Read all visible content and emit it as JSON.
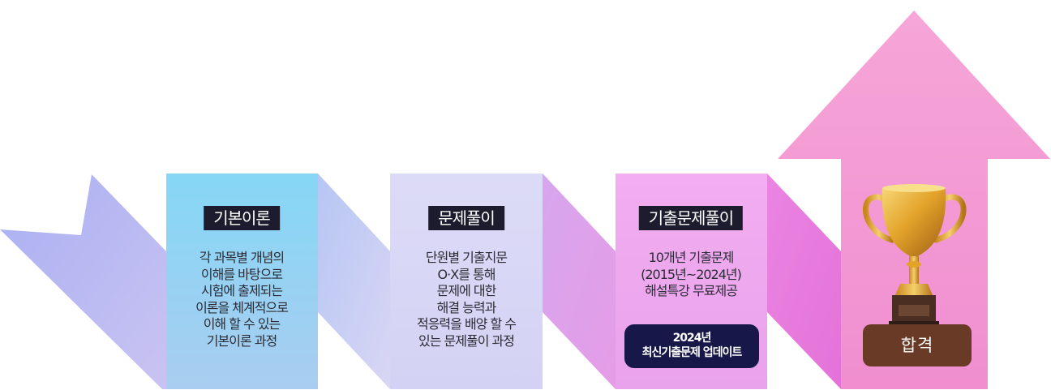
{
  "colors": {
    "tail": "#b8b4f0",
    "card_1": "#8fd6f5",
    "connector_1": "#cbcaf2",
    "card_2": "#d9d8f6",
    "connector_2": "#dca2ee",
    "card_3": "#f0a8ee",
    "connector_3": "#e678dc",
    "arrow": "#f5a3d3",
    "label_bg": "#1c1c2e",
    "update_badge_bg": "#17174a",
    "pass_badge_bg": "#693a25",
    "trophy_gold": "#e3a32a"
  },
  "cards": [
    {
      "label": "기본이론",
      "description": "각 과목별 개념의\n이해를 바탕으로\n시험에 출제되는\n이론을 체계적으로\n이해 할 수 있는\n기본이론 과정"
    },
    {
      "label": "문제풀이",
      "description": "단원별 기출지문\nO·X를 통해\n문제에 대한\n해결 능력과\n적응력을 배양 할 수\n있는 문제풀이 과정"
    },
    {
      "label": "기출문제풀이",
      "description": "10개년 기출문제\n(2015년~2024년)\n해설특강 무료제공"
    }
  ],
  "update_badge": {
    "line1": "2024년",
    "line2": "최신기출문제 업데이트"
  },
  "goal": {
    "icon": "trophy-icon",
    "label": "합격"
  }
}
